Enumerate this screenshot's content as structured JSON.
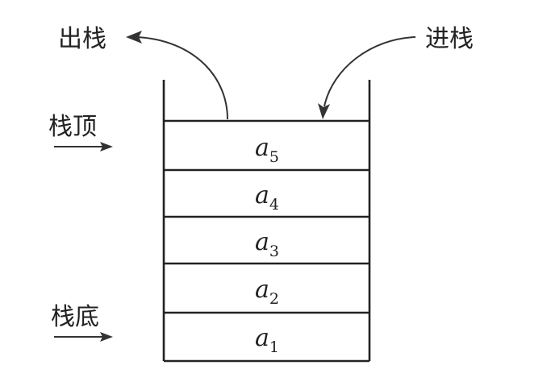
{
  "labels": {
    "pop": "出栈",
    "push": "进栈",
    "top": "栈顶",
    "bottom": "栈底"
  },
  "stack": {
    "items": [
      {
        "var": "a",
        "sub": "5"
      },
      {
        "var": "a",
        "sub": "4"
      },
      {
        "var": "a",
        "sub": "3"
      },
      {
        "var": "a",
        "sub": "2"
      },
      {
        "var": "a",
        "sub": "1"
      }
    ]
  }
}
